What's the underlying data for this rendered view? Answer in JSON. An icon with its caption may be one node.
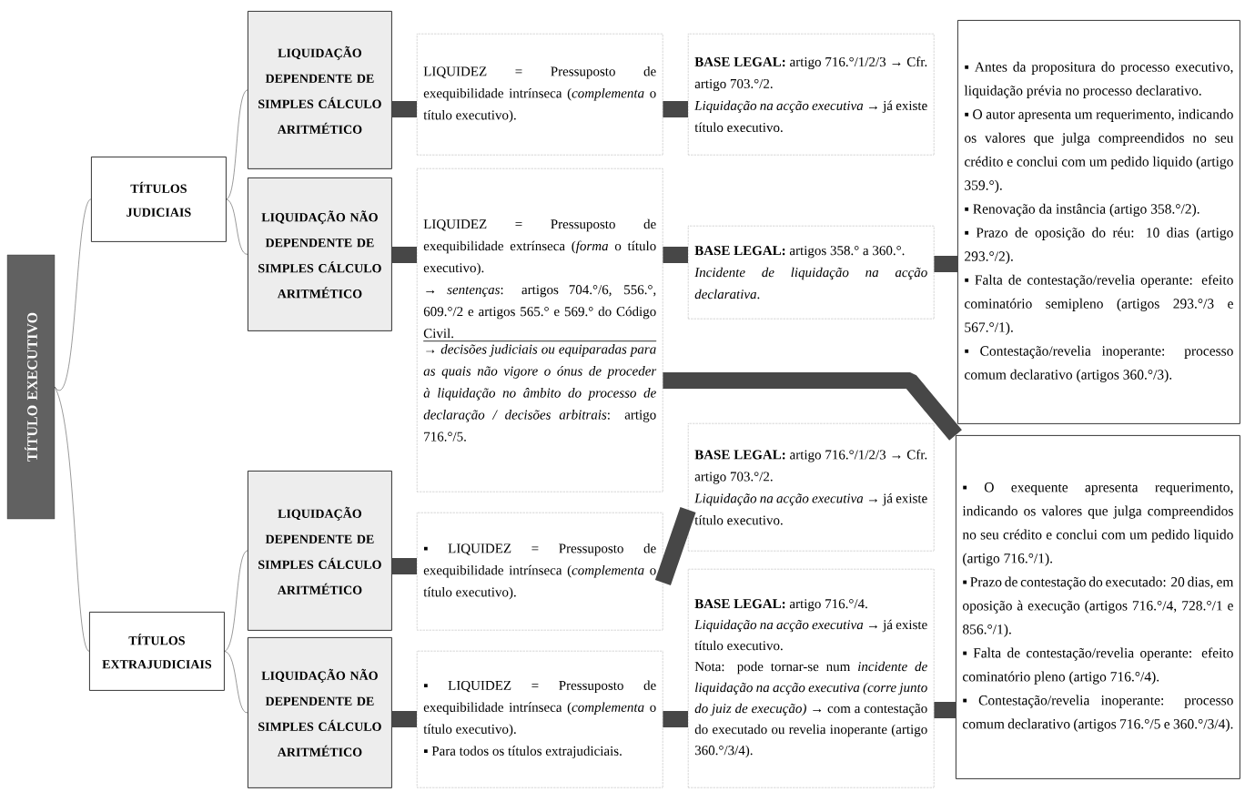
{
  "diagram": {
    "nodes": [
      {
        "text": [
          "TÍTULO EXECUTIVO"
        ]
      },
      {
        "text": [
          "TÍTULOS JUDICIAIS"
        ]
      },
      {
        "text": [
          "TÍTULOS EXTRAJUDICIAIS"
        ]
      },
      {
        "text": [
          "LIQUIDAÇÃO DEPENDENTE DE SIMPLES CÁLCULO ARITMÉTICO"
        ]
      },
      {
        "text": [
          "LIQUIDAÇÃO NÃO DEPENDENTE DE SIMPLES CÁLCULO ARITMÉTICO"
        ]
      },
      {
        "text": [
          "LIQUIDAÇÃO DEPENDENTE DE SIMPLES CÁLCULO ARITMÉTICO"
        ]
      },
      {
        "text": [
          "LIQUIDAÇÃO NÃO DEPENDENTE DE SIMPLES CÁLCULO ARITMÉTICO"
        ]
      },
      {
        "text": [
          "LIQUIDEZ = Pressuposto de exequibilidade intrínseca (*complementa* o título executivo)."
        ]
      },
      {
        "text": [
          "LIQUIDEZ = Pressuposto de exequibilidade extrínseca (*forma* o título executivo).",
          "→ *sentenças*: artigos 704.°/6, 556.°, 609.°/2 e artigos 565.° e 569.° do Código Civil.",
          "→ *decisões judiciais ou equiparadas para as quais não vigore o ónus de proceder à liquidação no âmbito do processo de declaração / decisões arbitrais*: artigo 716.°/5."
        ]
      },
      {
        "text": [
          "**BASE LEGAL:** artigo 716.°/1/2/3 → Cfr. artigo 703.°/2.",
          "*Liquidação na acção executiva* → já existe título executivo."
        ]
      },
      {
        "text": [
          "**BASE LEGAL:** artigos 358.° a 360.°.",
          "*Incidente de liquidação na acção declarativa*."
        ]
      },
      {
        "text": [
          "▪ Antes da propositura do processo executivo, liquidação prévia no processo declarativo.",
          "▪ O autor apresenta um requerimento, indicando os valores que julga compreendidos no seu crédito e conclui com um pedido liquido (artigo 359.°).",
          "▪ Renovação da instância (artigo 358.°/2).",
          "▪ Prazo de oposição do réu: 10 dias (artigo 293.°/2).",
          "▪ Falta de contestação/revelia operante: efeito cominatório semipleno (artigos 293.°/3 e 567.°/1).",
          "▪ Contestação/revelia inoperante: processo comum declarativo (artigos 360.°/3)."
        ]
      },
      {
        "text": [
          "▪ LIQUIDEZ = Pressuposto de exequibilidade intrínseca (*complementa* o título executivo)."
        ]
      },
      {
        "text": [
          "▪ LIQUIDEZ = Pressuposto de exequibilidade intrínseca (*complementa* o título executivo).",
          "▪ Para todos os títulos extrajudiciais."
        ]
      },
      {
        "text": [
          "**BASE LEGAL:** artigo 716.°/1/2/3 → Cfr. artigo 703.°/2.",
          "*Liquidação na acção executiva* → já existe título executivo."
        ]
      },
      {
        "text": [
          "**BASE LEGAL:** artigo 716.°/4.",
          "*Liquidação na acção executiva* → já existe título executivo.",
          "Nota: pode tornar-se num *incidente de liquidação na acção executiva (corre junto do juiz de execução)* → com a contestação do executado ou revelia inoperante (artigo 360.°/3/4)."
        ]
      },
      {
        "text": [
          "▪ O exequente apresenta requerimento, indicando os valores que julga compreendidos no seu crédito e conclui com um pedido liquido (artigo 716.°/1).",
          "▪ Prazo de contestação do executado: 20 dias, em oposição à execução (artigos 716.°/4, 728.°/1 e 856.°/1).",
          "▪ Falta de contestação/revelia operante: efeito cominatório pleno (artigo 716.°/4).",
          "▪ Contestação/revelia inoperante: processo comum declarativo (artigos 716.°/5 e 360.°/3/4)."
        ]
      }
    ],
    "edges": [
      {
        "from": 0,
        "to": 1,
        "arrow": "none"
      },
      {
        "from": 0,
        "to": 2,
        "arrow": "none"
      },
      {
        "from": 1,
        "to": 3,
        "arrow": "none"
      },
      {
        "from": 1,
        "to": 4,
        "arrow": "none"
      },
      {
        "from": 2,
        "to": 5,
        "arrow": "none"
      },
      {
        "from": 2,
        "to": 6,
        "arrow": "none"
      },
      {
        "from": 3,
        "to": 7,
        "arrow": "none"
      },
      {
        "from": 7,
        "to": 9,
        "arrow": "none"
      },
      {
        "from": 4,
        "to": 8,
        "arrow": "none"
      },
      {
        "from": 8,
        "to": 10,
        "arrow": "none"
      },
      {
        "from": 10,
        "to": 11,
        "arrow": "none"
      },
      {
        "from": 8,
        "to": 16,
        "arrow": "none"
      },
      {
        "from": 5,
        "to": 12,
        "arrow": "none"
      },
      {
        "from": 12,
        "to": 14,
        "arrow": "none"
      },
      {
        "from": 6,
        "to": 13,
        "arrow": "none"
      },
      {
        "from": 13,
        "to": 15,
        "arrow": "none"
      },
      {
        "from": 15,
        "to": 16,
        "arrow": "none"
      }
    ]
  }
}
